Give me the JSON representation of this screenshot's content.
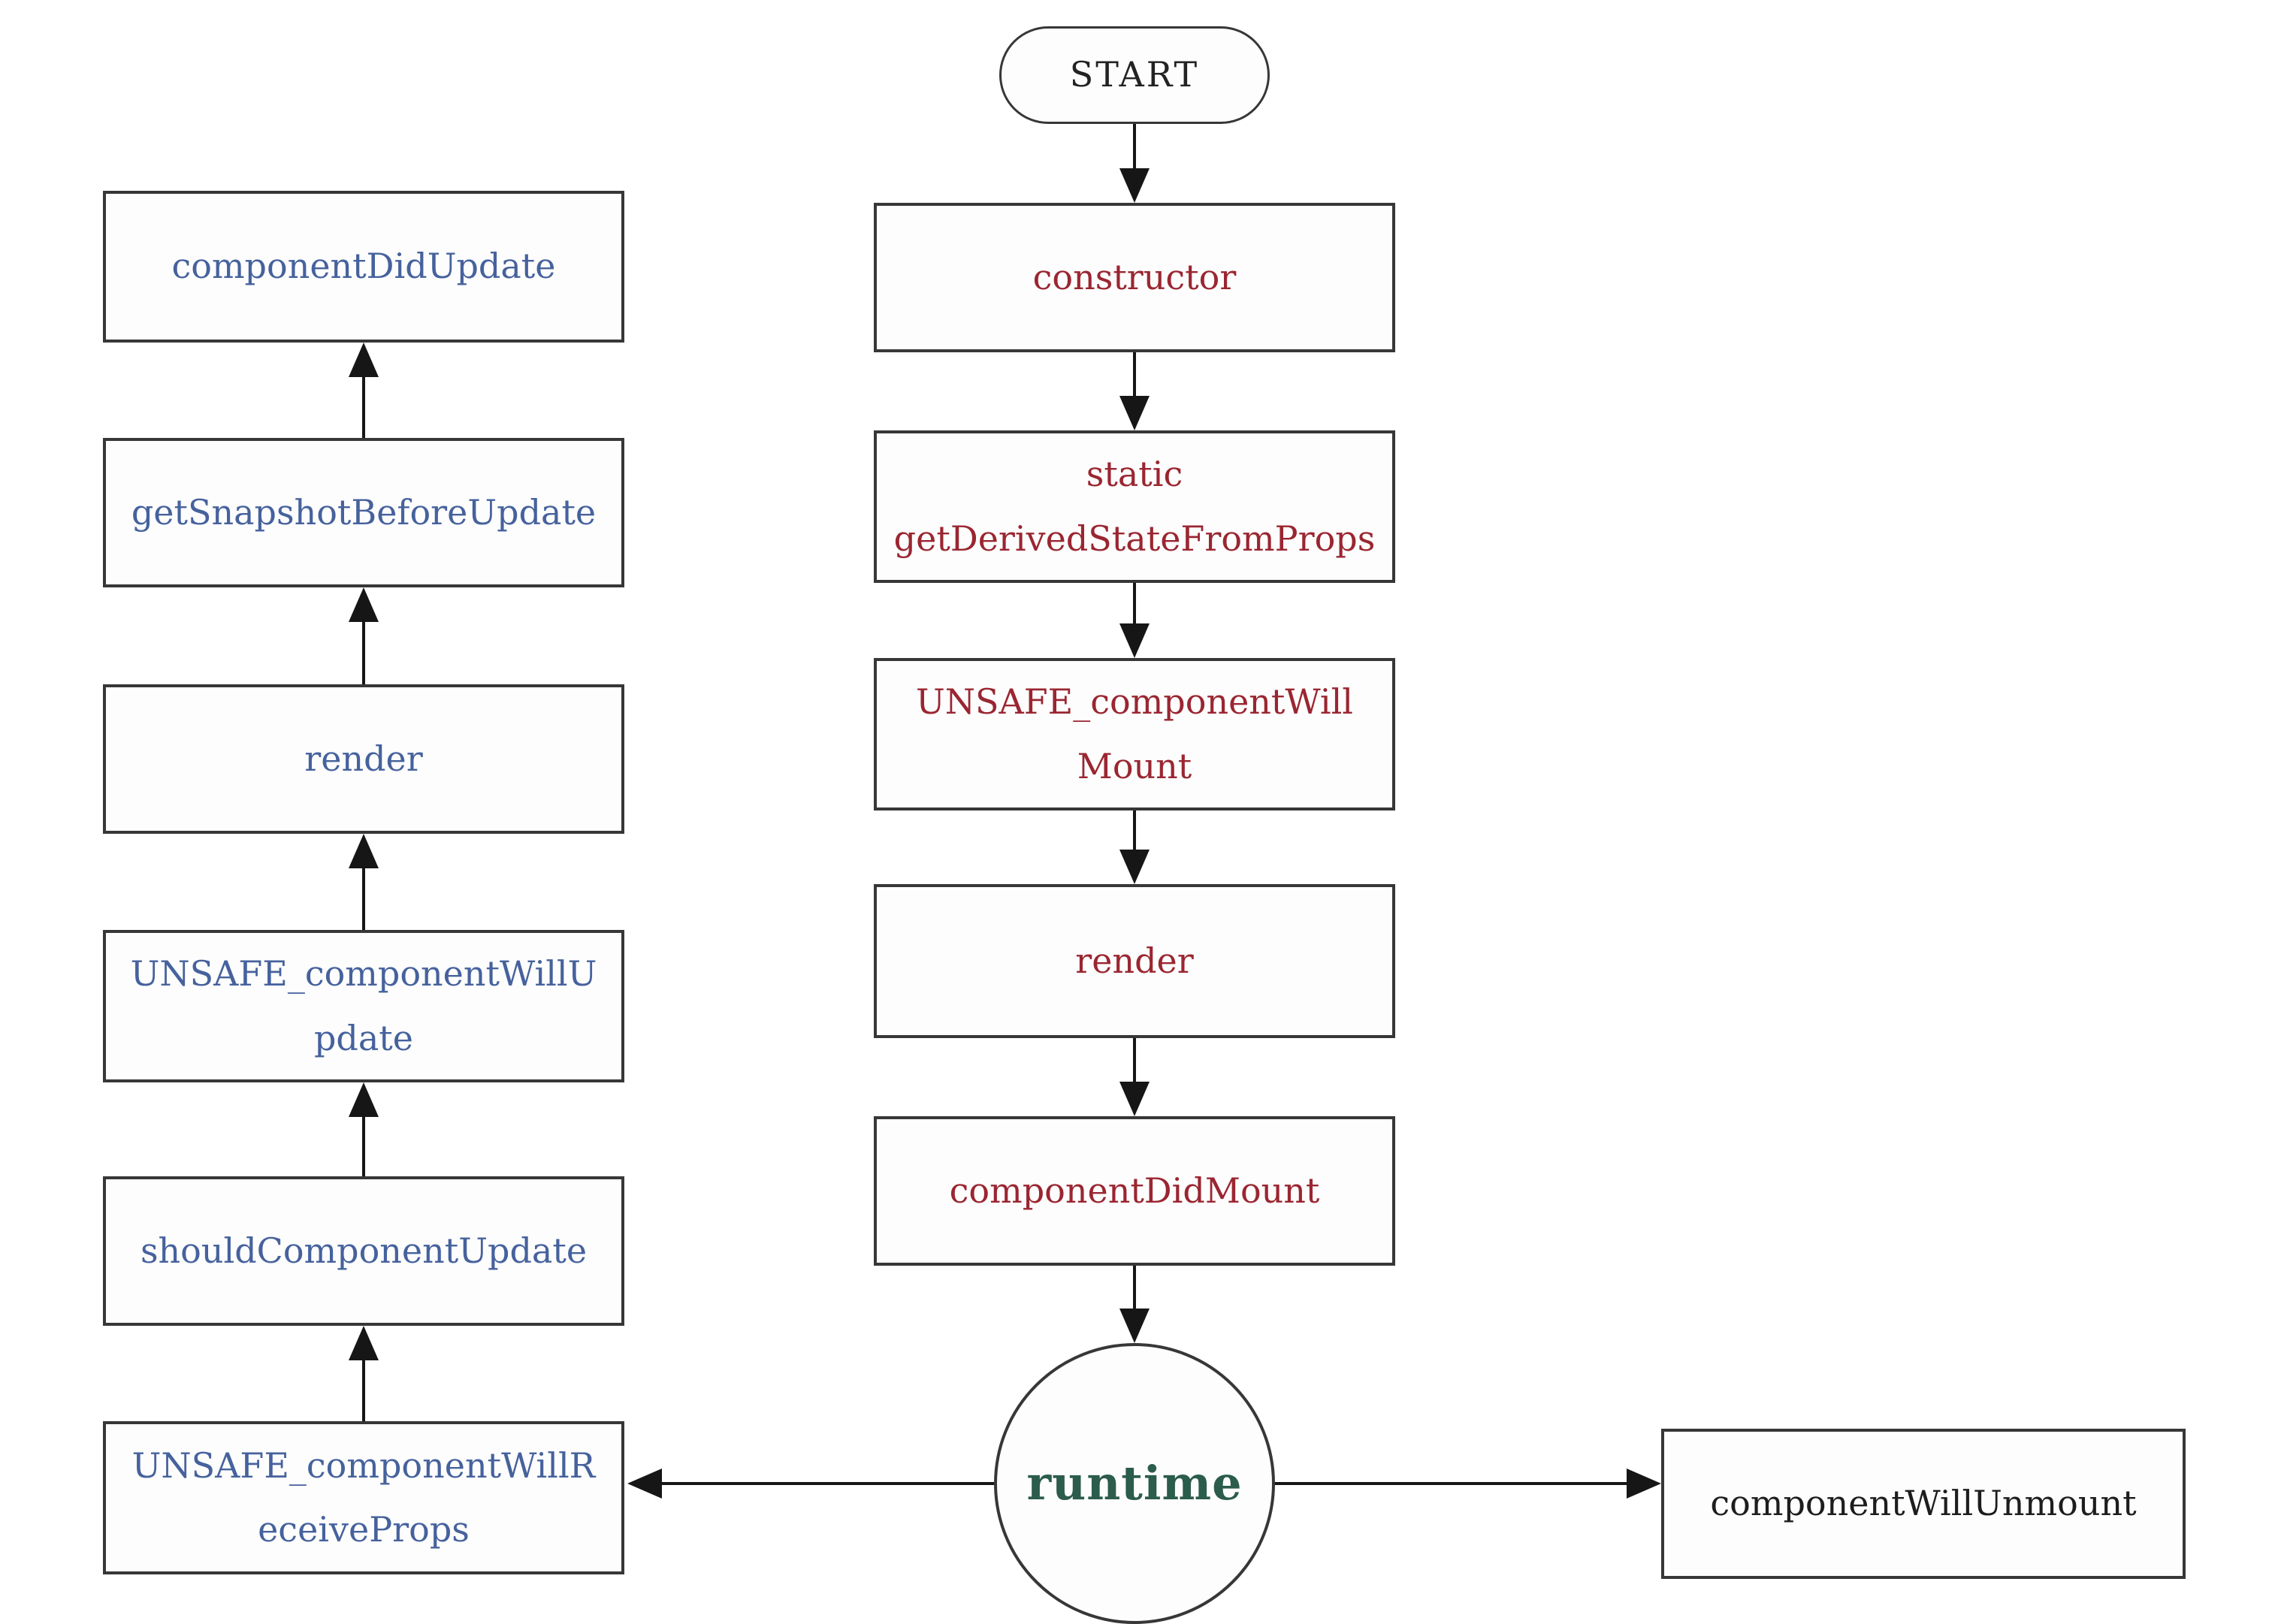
{
  "colors": {
    "background": "#ffffff",
    "box_border": "#373737",
    "arrow": "#161616",
    "mount_phase_text": "#9a2631",
    "update_phase_text": "#46629d",
    "runtime_text": "#2b5c4c",
    "unmount_text": "#1d1d1d",
    "start_text": "#232323"
  },
  "nodes": {
    "start": {
      "label": "START"
    },
    "constructor": {
      "label": "constructor"
    },
    "static_get_derived_state_from_props": {
      "lines": [
        "static",
        "getDerivedStateFromProps"
      ]
    },
    "unsafe_component_will_mount": {
      "lines": [
        "UNSAFE_componentWill",
        "Mount"
      ]
    },
    "render_mount": {
      "label": "render"
    },
    "component_did_mount": {
      "label": "componentDidMount"
    },
    "runtime": {
      "label": "runtime"
    },
    "component_will_unmount": {
      "label": "componentWillUnmount"
    },
    "component_did_update": {
      "label": "componentDidUpdate"
    },
    "get_snapshot_before_update": {
      "label": "getSnapshotBeforeUpdate"
    },
    "render_update": {
      "label": "render"
    },
    "unsafe_component_will_update": {
      "lines": [
        "UNSAFE_componentWillU",
        "pdate"
      ]
    },
    "should_component_update": {
      "label": "shouldComponentUpdate"
    },
    "unsafe_component_will_receive_props": {
      "lines": [
        "UNSAFE_componentWillR",
        "eceiveProps"
      ]
    }
  },
  "edges": [
    {
      "from": "START",
      "to": "constructor",
      "direction": "down"
    },
    {
      "from": "constructor",
      "to": "static getDerivedStateFromProps",
      "direction": "down"
    },
    {
      "from": "static getDerivedStateFromProps",
      "to": "UNSAFE_componentWillMount",
      "direction": "down"
    },
    {
      "from": "UNSAFE_componentWillMount",
      "to": "render",
      "direction": "down"
    },
    {
      "from": "render",
      "to": "componentDidMount",
      "direction": "down"
    },
    {
      "from": "componentDidMount",
      "to": "runtime",
      "direction": "down"
    },
    {
      "from": "runtime",
      "to": "UNSAFE_componentWillReceiveProps",
      "direction": "left"
    },
    {
      "from": "runtime",
      "to": "componentWillUnmount",
      "direction": "right"
    },
    {
      "from": "UNSAFE_componentWillReceiveProps",
      "to": "shouldComponentUpdate",
      "direction": "up"
    },
    {
      "from": "shouldComponentUpdate",
      "to": "UNSAFE_componentWillUpdate",
      "direction": "up"
    },
    {
      "from": "UNSAFE_componentWillUpdate",
      "to": "render",
      "direction": "up"
    },
    {
      "from": "render",
      "to": "getSnapshotBeforeUpdate",
      "direction": "up"
    },
    {
      "from": "getSnapshotBeforeUpdate",
      "to": "componentDidUpdate",
      "direction": "up"
    }
  ]
}
